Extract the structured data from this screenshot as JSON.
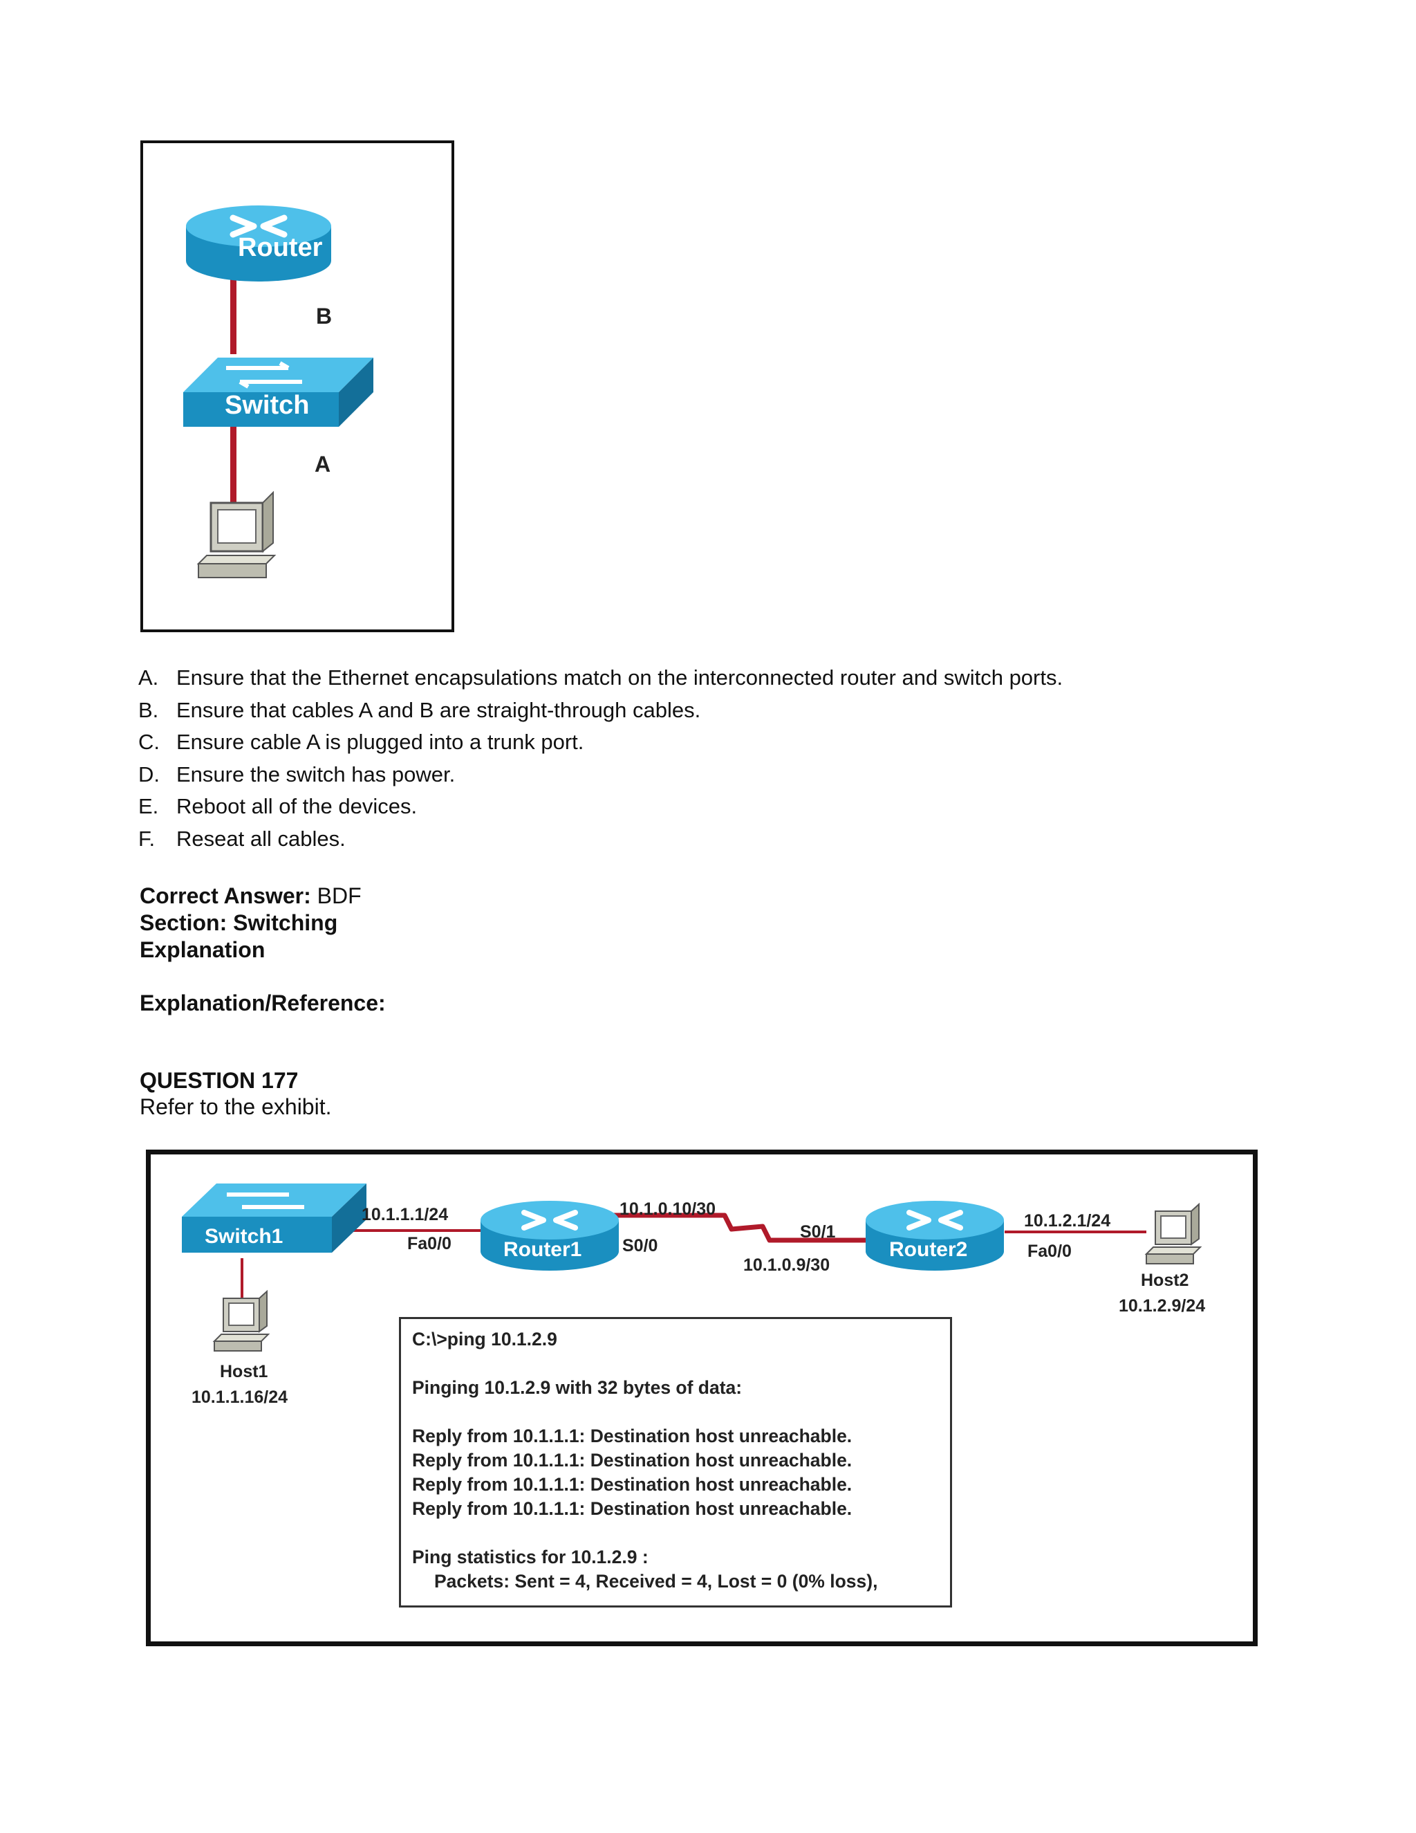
{
  "exhibit1": {
    "router_label": "Router",
    "switch_label": "Switch",
    "cable_b_label": "B",
    "cable_a_label": "A",
    "colors": {
      "device_blue": "#1e9fd0",
      "cable_red": "#b01a2a"
    }
  },
  "options": [
    {
      "letter": "A.",
      "text": "Ensure that the Ethernet encapsulations match on the interconnected router and switch ports."
    },
    {
      "letter": "B.",
      "text": "Ensure that cables A and B are straight-through cables."
    },
    {
      "letter": "C.",
      "text": "Ensure cable A is plugged into a trunk port."
    },
    {
      "letter": "D.",
      "text": "Ensure the switch has power."
    },
    {
      "letter": "E.",
      "text": "Reboot all of the devices."
    },
    {
      "letter": "F.",
      "text": "Reseat all cables."
    }
  ],
  "answer": {
    "correct_label": "Correct Answer:",
    "correct_value": "BDF",
    "section": "Section: Switching",
    "explanation": "Explanation",
    "reference": "Explanation/Reference:"
  },
  "question": {
    "title": "QUESTION 177",
    "prompt": "Refer to the exhibit."
  },
  "exhibit2": {
    "switch1_label": "Switch1",
    "router1_label": "Router1",
    "router2_label": "Router2",
    "host1_name": "Host1",
    "host1_ip": "10.1.1.16/24",
    "host2_name": "Host2",
    "host2_ip": "10.1.2.9/24",
    "r1_fa_ip": "10.1.1.1/24",
    "r1_fa_if": "Fa0/0",
    "r1_s_ip": "10.1.0.10/30",
    "r1_s_if": "S0/0",
    "r2_s_if": "S0/1",
    "r2_s_ip": "10.1.0.9/30",
    "r2_fa_ip": "10.1.2.1/24",
    "r2_fa_if": "Fa0/0",
    "console": {
      "cmd": "C:\\>ping 10.1.2.9",
      "pinging": "Pinging 10.1.2.9 with 32 bytes of data:",
      "replies": [
        "Reply from 10.1.1.1: Destination host unreachable.",
        "Reply from 10.1.1.1: Destination host unreachable.",
        "Reply from 10.1.1.1: Destination host unreachable.",
        "Reply from 10.1.1.1: Destination host unreachable."
      ],
      "stats_title": "Ping statistics for 10.1.2.9 :",
      "stats": "Packets: Sent = 4, Received = 4, Lost = 0 (0% loss),"
    }
  }
}
